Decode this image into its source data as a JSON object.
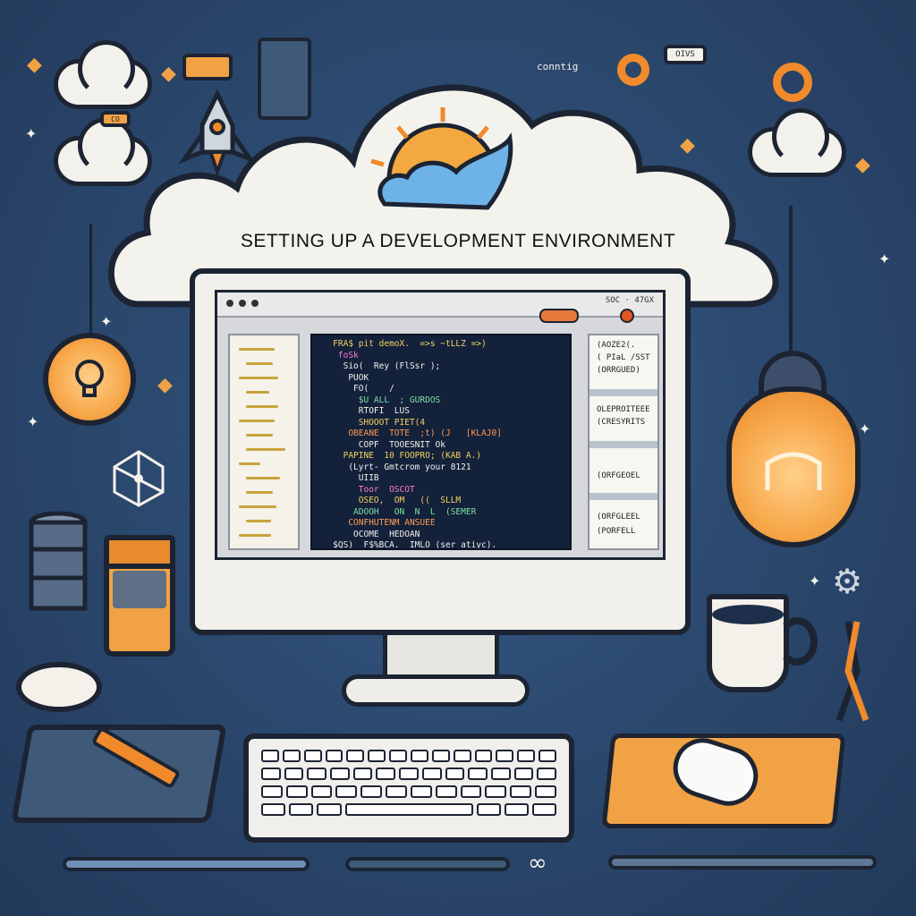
{
  "title": "SETTING UP A DEVELOPMENT ENVIRONMENT",
  "screen": {
    "status_text": "SOC · 47GX",
    "code_lines": [
      {
        "text": "   FRA$ pit demoX.  =>s ~tLLZ =>)",
        "color": "#f4d35e"
      },
      {
        "text": "    foSk       ",
        "color": "#ff7bd5"
      },
      {
        "text": "     Sio(  Rey (FlSsr );",
        "color": "#f4f1ea"
      },
      {
        "text": "      PUOK",
        "color": "#f4f1ea"
      },
      {
        "text": "       FO(    /",
        "color": "#f4f1ea"
      },
      {
        "text": "        $U ALL  ; GURDOS",
        "color": "#7ee0a5"
      },
      {
        "text": "        RTOFI  LUS   ",
        "color": "#f4f1ea"
      },
      {
        "text": "        SHOOOT PIET(4",
        "color": "#f4d35e"
      },
      {
        "text": "      OBEANE  TOTE  ;t) (J   [KLAJ0]",
        "color": "#ff9b54"
      },
      {
        "text": "        COPF  TOOESNIT Ok",
        "color": "#f4f1ea"
      },
      {
        "text": "     PAPINE  10 FOOPRO; (KAB A.)",
        "color": "#f4d35e"
      },
      {
        "text": "",
        "color": "#f4f1ea"
      },
      {
        "text": "      (Lyrt- Gmtcrom your 8121",
        "color": "#f4f1ea"
      },
      {
        "text": "        UIIB  ",
        "color": "#f4f1ea"
      },
      {
        "text": "        Toor  OSCOT",
        "color": "#ff7bd5"
      },
      {
        "text": "        OSEO,  OM   ((  SLLM",
        "color": "#f4d35e"
      },
      {
        "text": "       ADOOH   ON  N  L  (SEMER",
        "color": "#7ee0a5"
      },
      {
        "text": "      CONFHUTENM ANSUEE",
        "color": "#ff9b54"
      },
      {
        "text": "       OCOME  HEDOAN",
        "color": "#f4f1ea"
      },
      {
        "text": "   $QS)  F$%BCA.  IMLO (ser atiyc).",
        "color": "#f4f1ea"
      }
    ],
    "side_panel": [
      "(AOZE2(.",
      "(  PIaL  /SST",
      "(ORRGUED)",
      "OLEPROITEEE",
      "(CRESYRITS",
      "(ORFGEOEL",
      "(ORFGLEEL",
      "(PORFELL"
    ]
  },
  "badges": {
    "top_left": "CO",
    "top_right_label": "OIVS",
    "top_center": "conntig"
  },
  "colors": {
    "accent": "#f08a2a",
    "outline": "#1c2433",
    "background": "#2c4a70",
    "code_bg": "#13213b"
  }
}
